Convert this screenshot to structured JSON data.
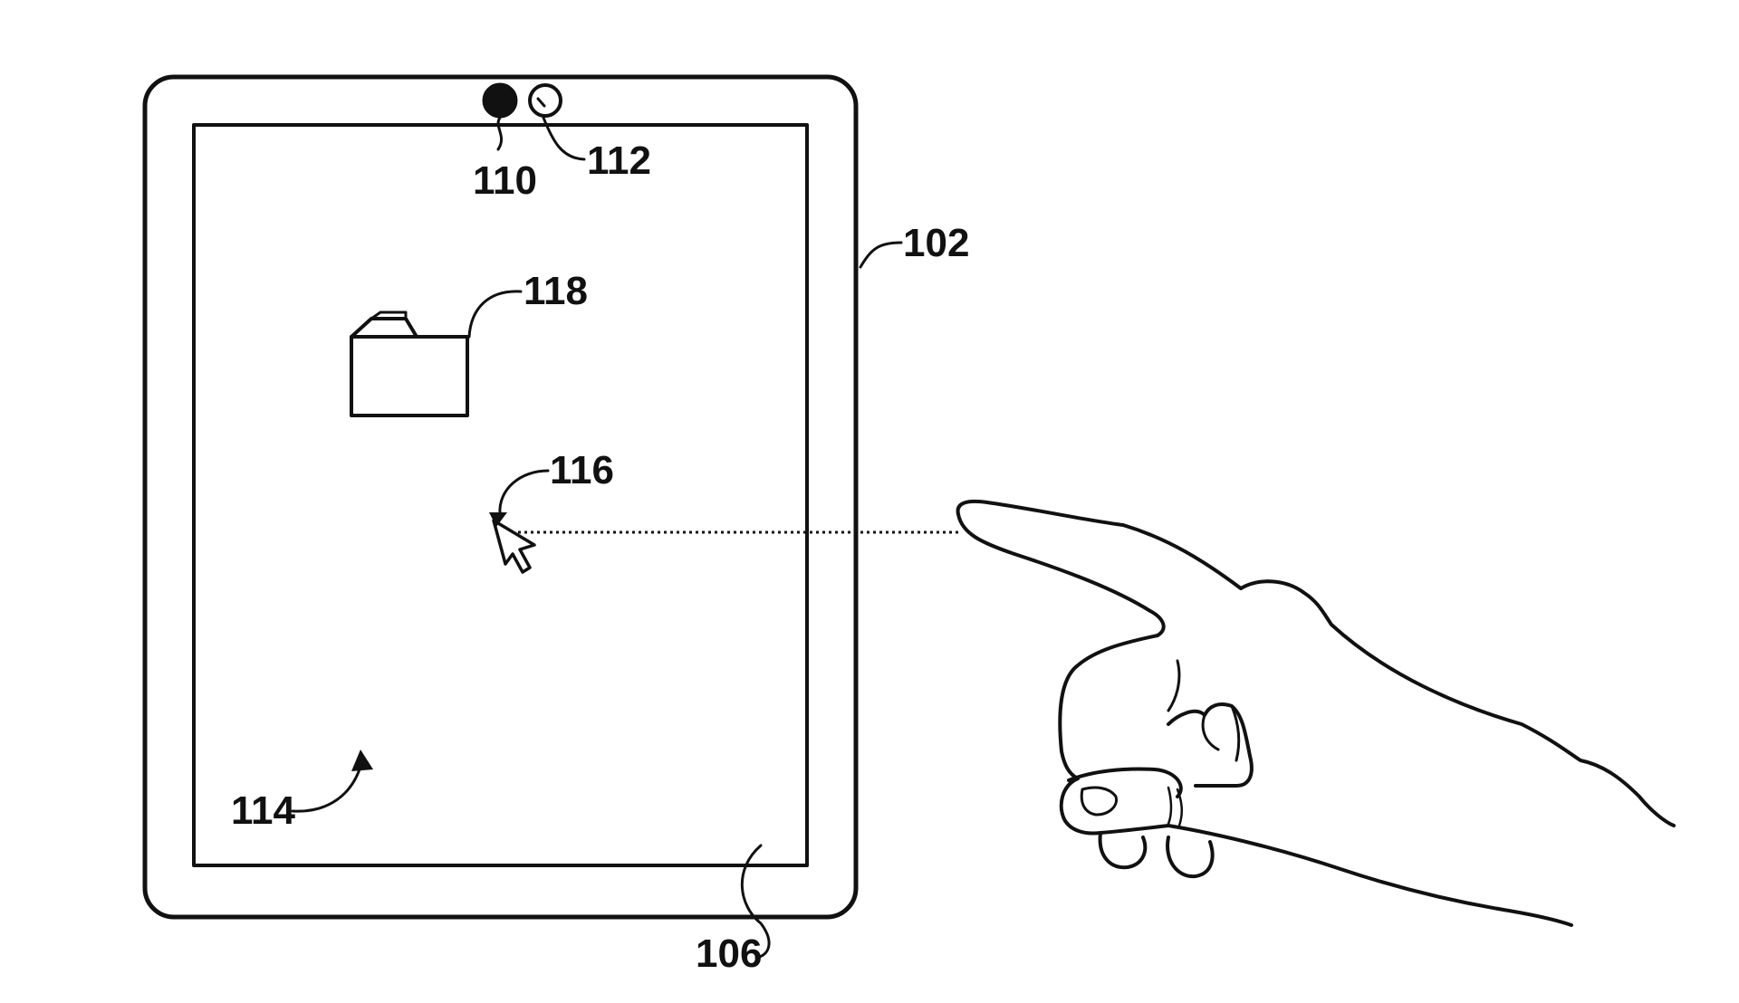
{
  "labels": {
    "device": "102",
    "screen": "106",
    "camera_dark": "110",
    "camera_light": "112",
    "display_area": "114",
    "cursor": "116",
    "folder": "118"
  },
  "icons": {
    "camera_dark": "filled-circle-icon",
    "camera_light": "hollow-circle-icon",
    "folder": "folder-icon",
    "cursor": "arrow-cursor-icon",
    "hand": "pointing-hand-icon"
  },
  "colors": {
    "line": "#111111",
    "background": "#ffffff"
  }
}
